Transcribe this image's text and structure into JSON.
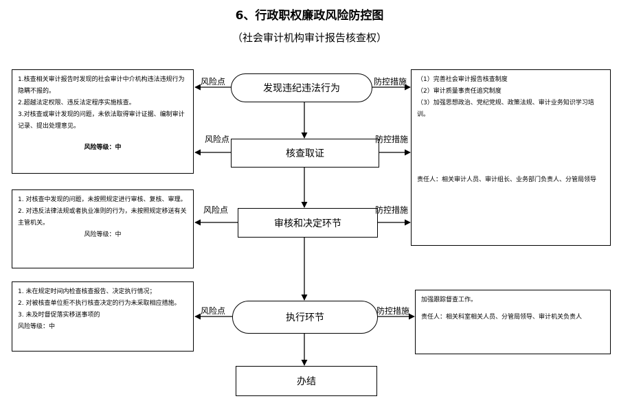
{
  "title": "6、行政职权廉政风险防控图",
  "subtitle": "（社会审计机构审计报告核查权）",
  "labels": {
    "risk": "风险点",
    "control": "防控措施"
  },
  "steps": [
    {
      "label": "发现违纪违法行为"
    },
    {
      "label": "核查取证"
    },
    {
      "label": "审核和决定环节"
    },
    {
      "label": "执行环节"
    },
    {
      "label": "办结"
    }
  ],
  "risk_boxes": [
    {
      "lines": [
        "1.核查相关审计报告时发现的社会审计中介机构违法违规行为隐瞒不报的。",
        "2.超越法定权限、违反法定程序实施核查。",
        "3.对核查或审计发现的问题，未依法取得审计证据、编制审计记录、提出处理意见。"
      ],
      "level": "风险等级：中"
    },
    {
      "lines": [
        "1. 对核查中发现的问题，未按照规定进行审核、复核、审理。",
        "2. 对违反法律法规或者执业准则的行为，未按照规定移送有关主管机关。"
      ],
      "level": "风险等级：中"
    },
    {
      "lines": [
        "1. 未在规定时间内检查核查报告、决定执行情况；",
        "2. 对被核查单位拒不执行核查决定的行为未采取相应措施。",
        "3. 未及时督促落实移送事项的"
      ],
      "level": "风险等级：中"
    }
  ],
  "control_boxes": [
    {
      "lines": [
        "（1）完善社会审计报告核查制度",
        "（2）审计质量事责任追究制度",
        "（3）加强思想政治、党纪党规、政策法规、审计业务知识学习培训。"
      ],
      "responsible": "责任人：相关审计人员、审计组长、业务部门负责人、分管局领导"
    },
    {
      "lines": [
        "加强跟踪督查工作。"
      ],
      "responsible": "责任人：相关科室相关人员、分管局领导、审计机关负责人"
    }
  ]
}
